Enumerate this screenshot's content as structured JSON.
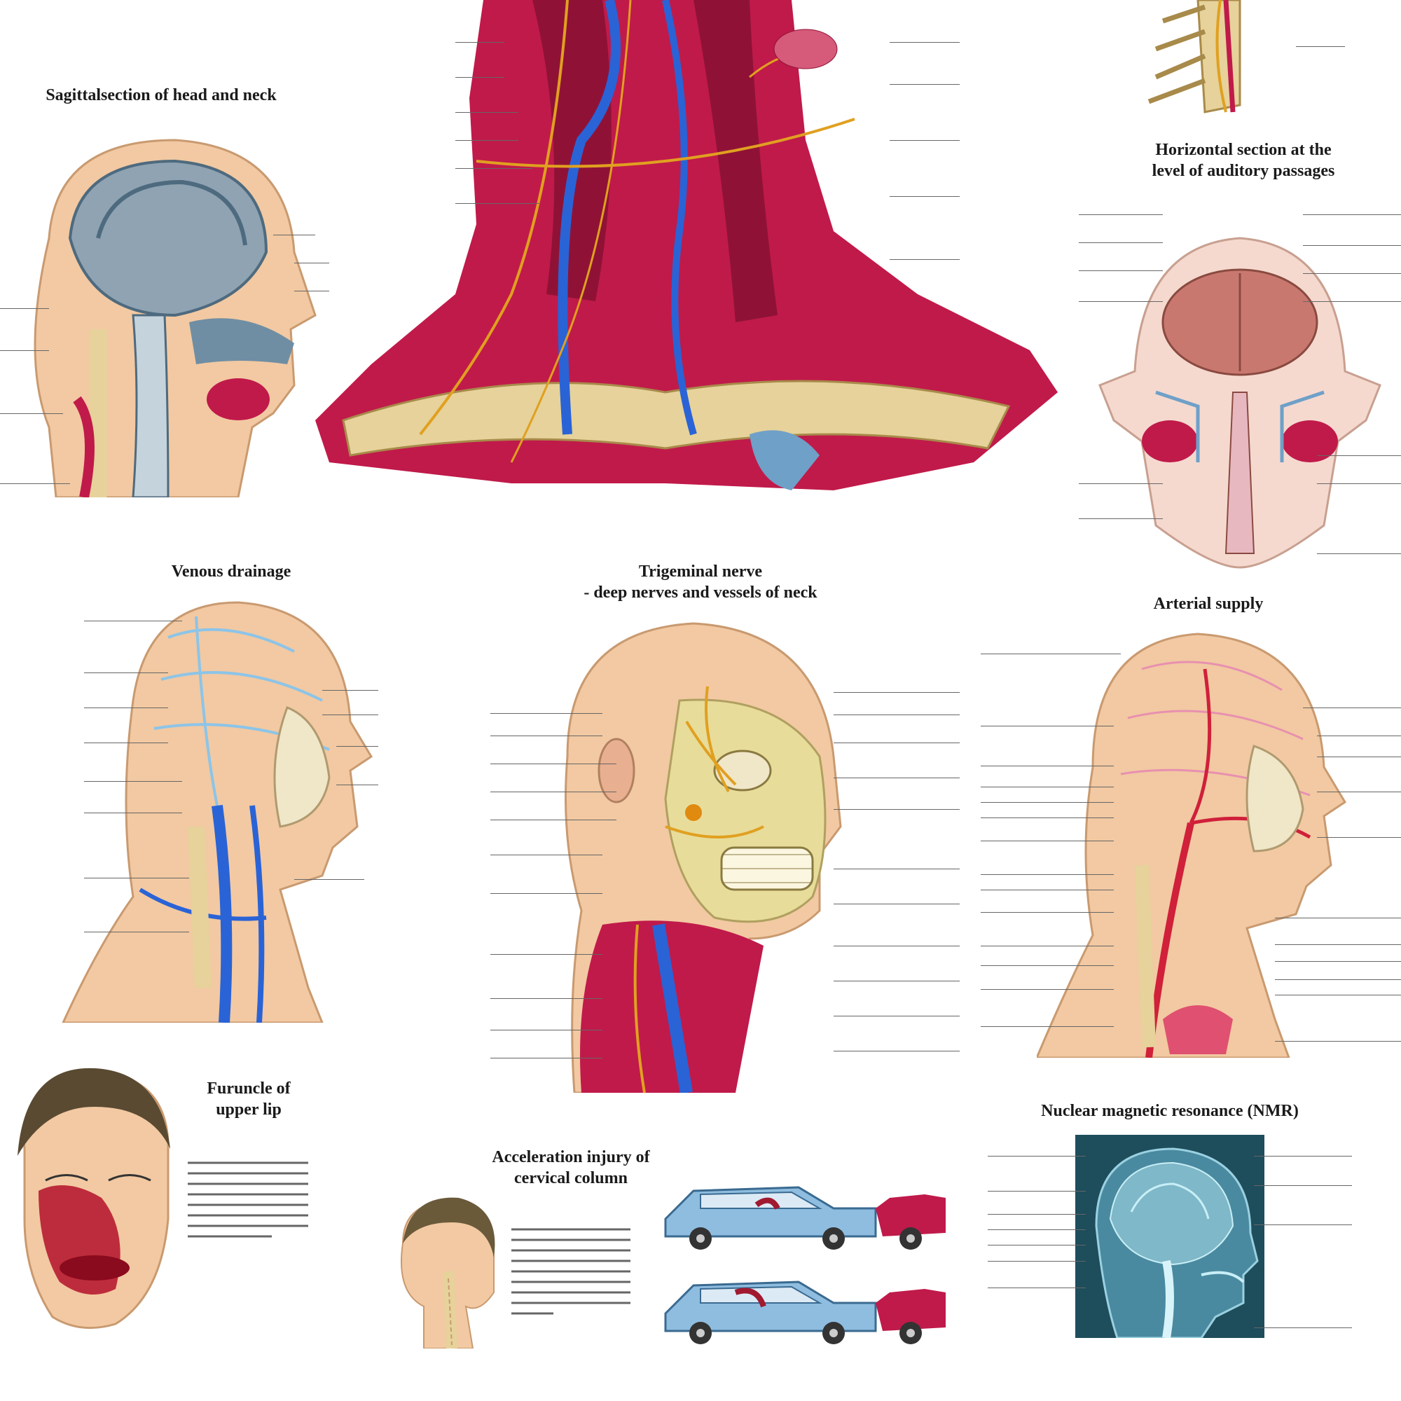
{
  "panels": {
    "sagittal": {
      "title": "Sagittalsection of head and neck"
    },
    "horizontal": {
      "title_line1": "Horizontal section at the",
      "title_line2": "level of auditory passages"
    },
    "venous": {
      "title": "Venous drainage"
    },
    "trigeminal": {
      "title_line1": "Trigeminal nerve",
      "title_line2": "- deep nerves and vessels of neck"
    },
    "arterial": {
      "title": "Arterial supply"
    },
    "furuncle": {
      "title_line1": "Furuncle of",
      "title_line2": "upper lip"
    },
    "acceleration": {
      "title_line1": "Acceleration injury of",
      "title_line2": "cervical column"
    },
    "nmr": {
      "title": "Nuclear magnetic resonance (NMR)"
    }
  },
  "colors": {
    "muscle": "#c01a4a",
    "vein": "#2a63d6",
    "nerve": "#e0a020",
    "bone": "#e6d29a",
    "skin": "#f2c9a2",
    "artery": "#d0203a",
    "brain_gray": "#8fa3b3",
    "nmr_bg": "#1e4d5c"
  }
}
